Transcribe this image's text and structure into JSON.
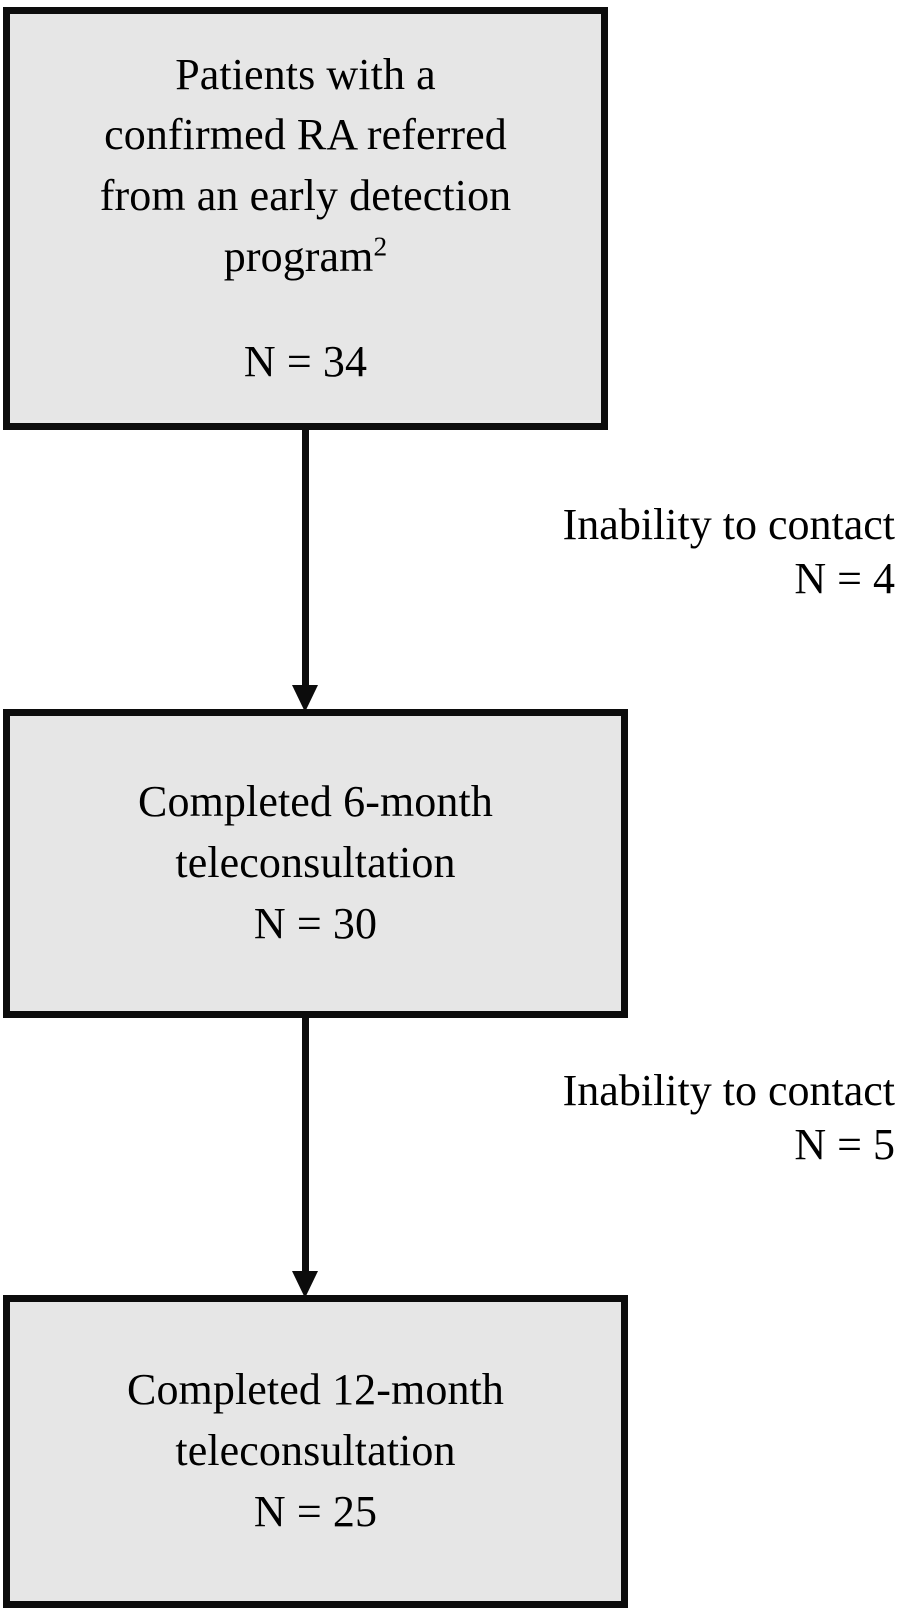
{
  "diagram": {
    "type": "patient-flow-chart",
    "orientation": "vertical",
    "colors": {
      "box_fill": "#E6E6E6",
      "box_border": "#0C0C0C",
      "arrow": "#0C0C0C",
      "text": "#000000",
      "background": "#FFFFFF"
    },
    "nodes": [
      {
        "id": "enrolled",
        "lines": [
          "Patients with a",
          "confirmed RA referred",
          "from an early detection",
          "program"
        ],
        "superscript": "2",
        "count_label": "N = 34",
        "n": 34
      },
      {
        "id": "six-month",
        "lines": [
          "Completed 6-month",
          "teleconsultation"
        ],
        "count_label": "N = 30",
        "n": 30
      },
      {
        "id": "twelve-month",
        "lines": [
          "Completed 12-month",
          "teleconsultation"
        ],
        "count_label": "N = 25",
        "n": 25
      }
    ],
    "edges": [
      {
        "id": "edge-1",
        "from": "enrolled",
        "to": "six-month",
        "reason": "Inability to contact",
        "count_label": "N = 4",
        "n": 4
      },
      {
        "id": "edge-2",
        "from": "six-month",
        "to": "twelve-month",
        "reason": "Inability to contact",
        "count_label": "N = 5",
        "n": 5
      }
    ]
  }
}
